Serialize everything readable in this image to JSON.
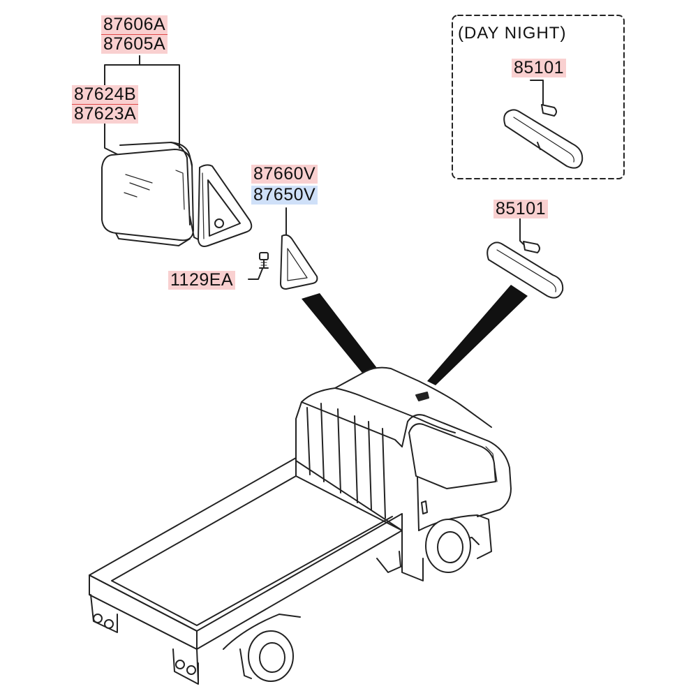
{
  "colors": {
    "label_red_bg": "#f9d0d0",
    "label_blue_bg": "#cfe0f8",
    "label_red_underline": "#e04848",
    "line": "#222222"
  },
  "callouts": {
    "p87606A": "87606A",
    "p87605A": "87605A",
    "p87624B": "87624B",
    "p87623A": "87623A",
    "p87660V": "87660V",
    "p87650V": "87650V",
    "p1129EA": "1129EA",
    "p85101_day_night": "85101",
    "p85101": "85101"
  },
  "inset": {
    "caption": "(DAY  NIGHT)"
  },
  "icons": {
    "outside_mirror": "outside-mirror-assembly-icon",
    "mirror_cover": "mirror-corner-cover-icon",
    "screw": "screw-icon",
    "inside_mirror": "inside-rear-view-mirror-icon",
    "truck": "cab-chassis-truck-icon"
  }
}
